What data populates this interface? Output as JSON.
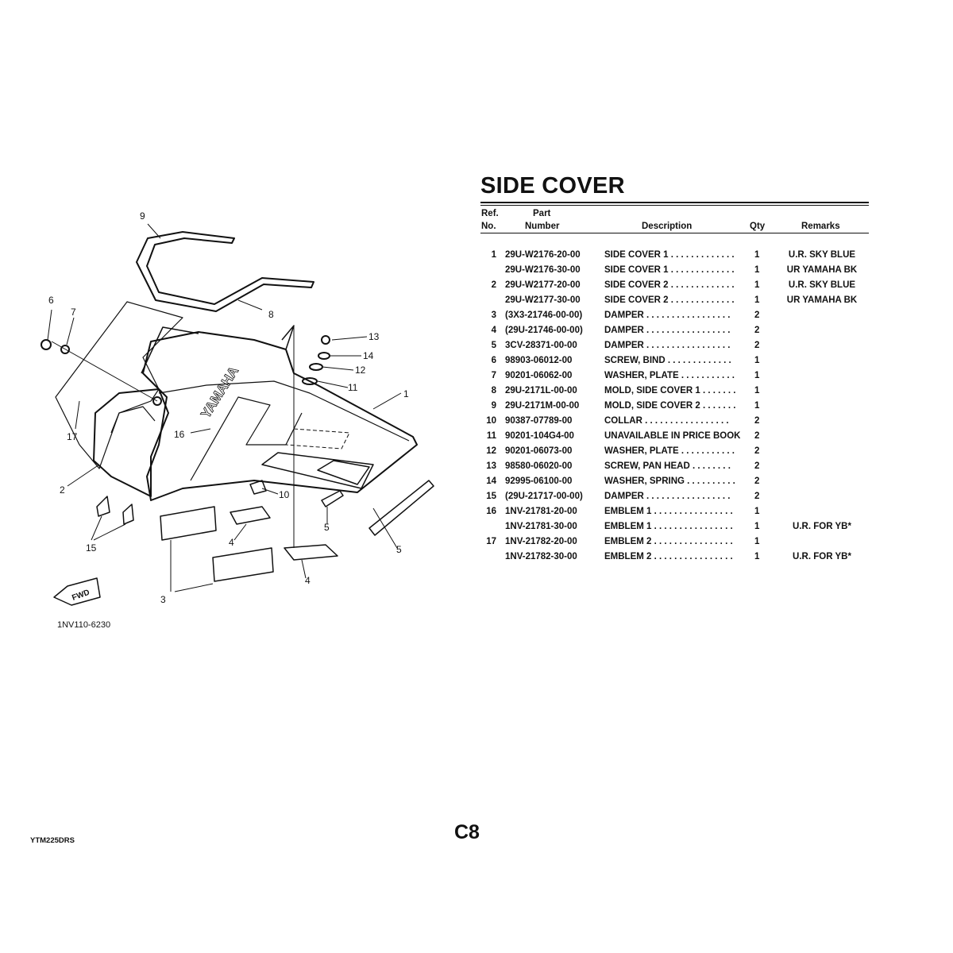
{
  "title": "SIDE COVER",
  "page_number": "C8",
  "catalog_code": "YTM225DRS",
  "table": {
    "headers": {
      "ref_line1": "Ref.",
      "ref_line2": "No.",
      "part_line1": "Part",
      "part_line2": "Number",
      "description": "Description",
      "qty": "Qty",
      "remarks": "Remarks"
    },
    "rows": [
      {
        "ref": "1",
        "part": "29U-W2176-20-00",
        "desc": "SIDE COVER 1 . . . . . . . . . . . . .",
        "qty": "1",
        "remarks": "U.R. SKY BLUE"
      },
      {
        "ref": "",
        "part": "29U-W2176-30-00",
        "desc": "SIDE COVER 1 . . . . . . . . . . . . .",
        "qty": "1",
        "remarks": "UR YAMAHA BK"
      },
      {
        "ref": "2",
        "part": "29U-W2177-20-00",
        "desc": "SIDE COVER 2 . . . . . . . . . . . . .",
        "qty": "1",
        "remarks": "U.R. SKY BLUE"
      },
      {
        "ref": "",
        "part": "29U-W2177-30-00",
        "desc": "SIDE COVER 2 . . . . . . . . . . . . .",
        "qty": "1",
        "remarks": "UR YAMAHA BK"
      },
      {
        "ref": "3",
        "part": "(3X3-21746-00-00)",
        "desc": "DAMPER  . . . . . . . . . . . . . . . . .",
        "qty": "2",
        "remarks": ""
      },
      {
        "ref": "4",
        "part": "(29U-21746-00-00)",
        "desc": "DAMPER  . . . . . . . . . . . . . . . . .",
        "qty": "2",
        "remarks": ""
      },
      {
        "ref": "5",
        "part": "3CV-28371-00-00",
        "desc": "DAMPER  . . . . . . . . . . . . . . . . .",
        "qty": "2",
        "remarks": ""
      },
      {
        "ref": "6",
        "part": "98903-06012-00",
        "desc": "SCREW, BIND  . . . . . . . . . . . . .",
        "qty": "1",
        "remarks": ""
      },
      {
        "ref": "7",
        "part": "90201-06062-00",
        "desc": "WASHER, PLATE . . . . . . . . . . .",
        "qty": "1",
        "remarks": ""
      },
      {
        "ref": "8",
        "part": "29U-2171L-00-00",
        "desc": "MOLD, SIDE COVER 1  . . . . . . .",
        "qty": "1",
        "remarks": ""
      },
      {
        "ref": "9",
        "part": "29U-2171M-00-00",
        "desc": "MOLD, SIDE COVER 2  . . . . . . .",
        "qty": "1",
        "remarks": ""
      },
      {
        "ref": "10",
        "part": "90387-07789-00",
        "desc": "COLLAR  . . . . . . . . . . . . . . . . .",
        "qty": "2",
        "remarks": ""
      },
      {
        "ref": "11",
        "part": "90201-104G4-00",
        "desc": "UNAVAILABLE IN PRICE BOOK",
        "qty": "2",
        "remarks": ""
      },
      {
        "ref": "12",
        "part": "90201-06073-00",
        "desc": "WASHER, PLATE . . . . . . . . . . .",
        "qty": "2",
        "remarks": ""
      },
      {
        "ref": "13",
        "part": "98580-06020-00",
        "desc": "SCREW, PAN HEAD  . . . . . . . .",
        "qty": "2",
        "remarks": ""
      },
      {
        "ref": "14",
        "part": "92995-06100-00",
        "desc": "WASHER, SPRING  . . . . . . . . . .",
        "qty": "2",
        "remarks": ""
      },
      {
        "ref": "15",
        "part": "(29U-21717-00-00)",
        "desc": "DAMPER  . . . . . . . . . . . . . . . . .",
        "qty": "2",
        "remarks": ""
      },
      {
        "ref": "16",
        "part": "1NV-21781-20-00",
        "desc": "EMBLEM 1 . . . . . . . . . . . . . . . .",
        "qty": "1",
        "remarks": ""
      },
      {
        "ref": "",
        "part": "1NV-21781-30-00",
        "desc": "EMBLEM 1 . . . . . . . . . . . . . . . .",
        "qty": "1",
        "remarks": "U.R. FOR YB*"
      },
      {
        "ref": "17",
        "part": "1NV-21782-20-00",
        "desc": "EMBLEM 2 . . . . . . . . . . . . . . . .",
        "qty": "1",
        "remarks": ""
      },
      {
        "ref": "",
        "part": "1NV-21782-30-00",
        "desc": "EMBLEM 2 . . . . . . . . . . . . . . . .",
        "qty": "1",
        "remarks": "U.R. FOR YB*"
      }
    ]
  },
  "diagram": {
    "drawing_id": "1NV110-6230",
    "emblem_text": "YAMAHA",
    "fwd_label": "FWD",
    "callouts": [
      "9",
      "8",
      "6",
      "7",
      "17",
      "2",
      "16",
      "15",
      "3",
      "4",
      "4",
      "10",
      "5",
      "5",
      "1",
      "13",
      "14",
      "12",
      "11"
    ]
  }
}
